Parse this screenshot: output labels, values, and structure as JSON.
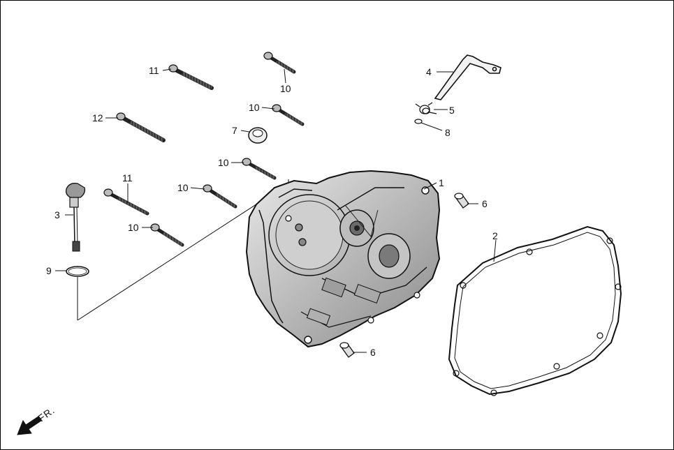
{
  "diagram": {
    "callouts": [
      {
        "id": "c1",
        "text": "1"
      },
      {
        "id": "c2",
        "text": "2"
      },
      {
        "id": "c3",
        "text": "3"
      },
      {
        "id": "c4",
        "text": "4"
      },
      {
        "id": "c5",
        "text": "5"
      },
      {
        "id": "c6a",
        "text": "6"
      },
      {
        "id": "c6b",
        "text": "6"
      },
      {
        "id": "c7",
        "text": "7"
      },
      {
        "id": "c8",
        "text": "8"
      },
      {
        "id": "c9",
        "text": "9"
      },
      {
        "id": "c10a",
        "text": "10"
      },
      {
        "id": "c10b",
        "text": "10"
      },
      {
        "id": "c10c",
        "text": "10"
      },
      {
        "id": "c10d",
        "text": "10"
      },
      {
        "id": "c10e",
        "text": "10"
      },
      {
        "id": "c11a",
        "text": "11"
      },
      {
        "id": "c11b",
        "text": "11"
      },
      {
        "id": "c12",
        "text": "12"
      }
    ],
    "front_indicator": {
      "text": "FR."
    }
  }
}
